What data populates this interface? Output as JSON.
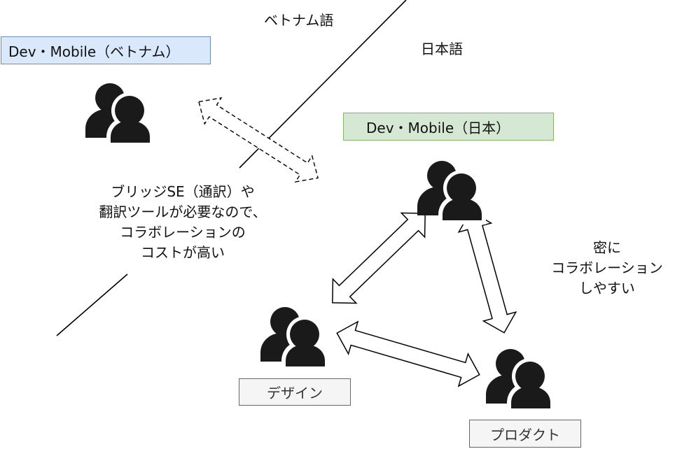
{
  "regions": {
    "vietnamese": "ベトナム語",
    "japanese": "日本語"
  },
  "teams": {
    "dev_vietnam": "Dev・Mobile（ベトナム）",
    "dev_japan": "Dev・Mobile（日本）",
    "design": "デザイン",
    "product": "プロダクト"
  },
  "notes": {
    "cross_border": [
      "ブリッジSE（通訳）や",
      "翻訳ツールが必要なので、",
      "コラボレーションの",
      "コストが高い"
    ],
    "domestic": [
      "密に",
      "コラボレーション",
      "しやすい"
    ]
  },
  "icons": {
    "people": "people-group-icon"
  },
  "colors": {
    "vietnam_fill": "#dae8fc",
    "vietnam_stroke": "#6c8ebf",
    "japan_fill": "#d5e8d4",
    "japan_stroke": "#82b366",
    "grey_fill": "#f5f5f5",
    "grey_stroke": "#666666",
    "icon": "#1a1a1a"
  }
}
